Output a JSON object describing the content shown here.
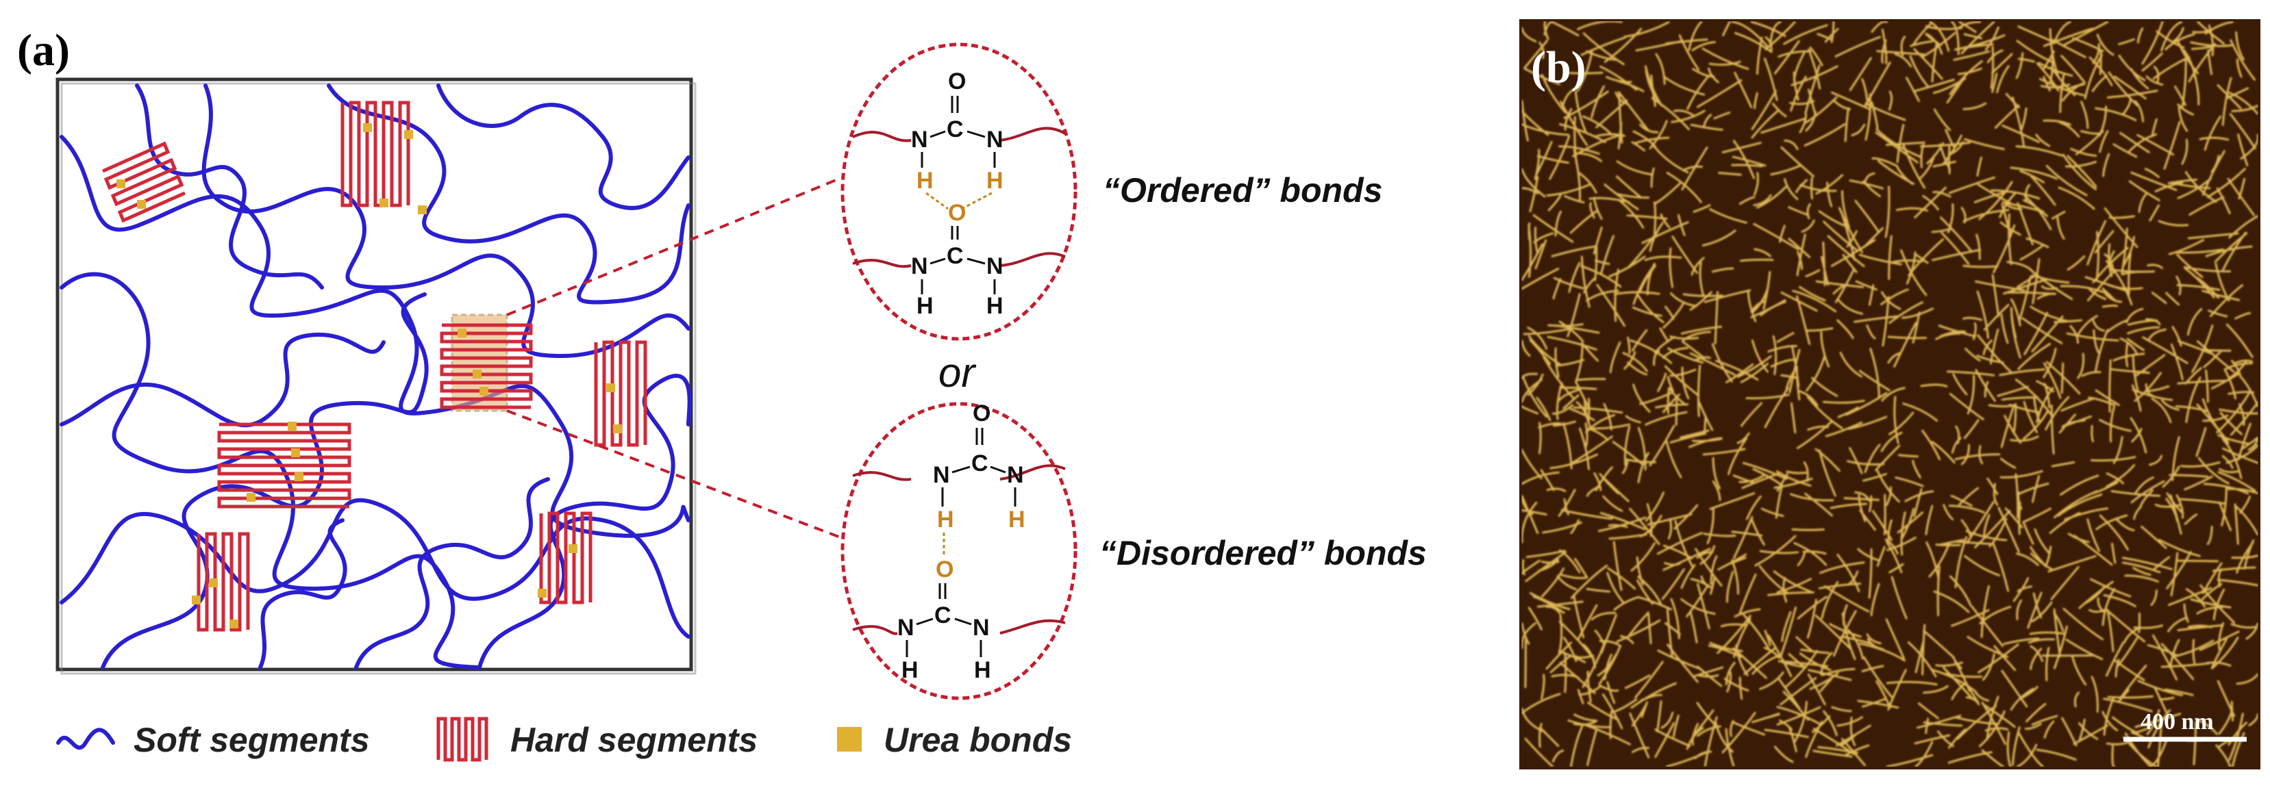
{
  "panel_a": {
    "label": "(a)",
    "legend": {
      "soft_segments": "Soft segments",
      "hard_segments": "Hard segments",
      "urea_bonds": "Urea bonds"
    },
    "ordered_label": "“Ordered” bonds",
    "disordered_label": "“Disordered” bonds",
    "or_text": "or",
    "atoms": {
      "O": "O",
      "C": "C",
      "N": "N",
      "H": "H"
    }
  },
  "panel_b": {
    "label": "(b)",
    "scale_bar": "400 nm"
  },
  "colors": {
    "soft_segment": "#2a1fd0",
    "hard_segment": "#d02a3a",
    "urea_bond": "#e0b030",
    "circle_outline": "#c21f2f",
    "hbond": "#c8841e",
    "afm_background": "#3a1c06",
    "afm_fiber": "#f0c860"
  }
}
